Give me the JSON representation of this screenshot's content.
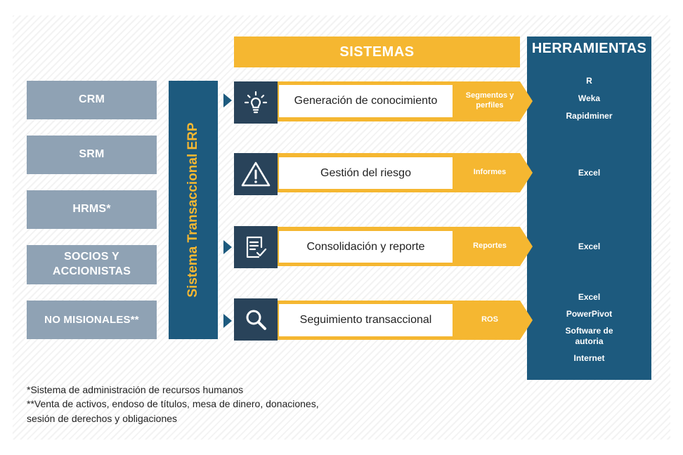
{
  "header": {
    "sistemas": "SISTEMAS",
    "herramientas": "HERRAMIENTAS"
  },
  "sources": [
    {
      "label": "CRM"
    },
    {
      "label": "SRM"
    },
    {
      "label": "HRMS*"
    },
    {
      "label": "SOCIOS Y ACCIONISTAS"
    },
    {
      "label": "NO MISIONALES**"
    }
  ],
  "erp": {
    "label": "Sistema Transaccional ERP"
  },
  "systems": [
    {
      "icon": "lightbulb-icon",
      "name": "Generación de conocimiento",
      "output": "Segmentos y perfiles",
      "tools": [
        "R",
        "Weka",
        "Rapidminer"
      ]
    },
    {
      "icon": "warning-icon",
      "name": "Gestión del riesgo",
      "output": "Informes",
      "tools": [
        "Excel"
      ]
    },
    {
      "icon": "checklist-icon",
      "name": "Consolidación y reporte",
      "output": "Reportes",
      "tools": [
        "Excel"
      ]
    },
    {
      "icon": "search-icon",
      "name": "Seguimiento transaccional",
      "output": "ROS",
      "tools": [
        "Excel",
        "PowerPivot",
        "Software de autoria",
        "Internet"
      ]
    }
  ],
  "footnotes": {
    "line1": "*Sistema de administración de recursos humanos",
    "line2": "**Venta de activos, endoso de títulos, mesa de dinero, donaciones,",
    "line3": "sesión de derechos y obligaciones"
  },
  "colors": {
    "navy": "#1d5a7e",
    "dark_icon": "#29435a",
    "yellow": "#f5b731",
    "gray_box": "#8fa2b4"
  }
}
